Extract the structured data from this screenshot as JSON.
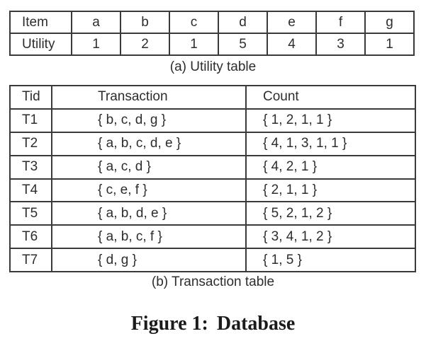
{
  "colors": {
    "background": "#ffffff",
    "border": "#3a3a3a",
    "text": "#2d2d2d"
  },
  "utility_table": {
    "item_row": {
      "label": "Item",
      "values": [
        "a",
        "b",
        "c",
        "d",
        "e",
        "f",
        "g"
      ]
    },
    "utility_row": {
      "label": "Utility",
      "values": [
        "1",
        "2",
        "1",
        "5",
        "4",
        "3",
        "1"
      ]
    },
    "caption": "(a) Utility table"
  },
  "transaction_table": {
    "headers": {
      "tid": "Tid",
      "transaction": "Transaction",
      "count": "Count"
    },
    "rows": [
      {
        "tid": "T1",
        "transaction": "{ b, c, d, g }",
        "count": "{ 1, 2, 1, 1 }"
      },
      {
        "tid": "T2",
        "transaction": "{ a, b, c, d, e }",
        "count": "{ 4, 1, 3, 1, 1 }"
      },
      {
        "tid": "T3",
        "transaction": "{ a, c, d }",
        "count": "{ 4, 2, 1 }"
      },
      {
        "tid": "T4",
        "transaction": "{ c, e, f }",
        "count": "{ 2, 1, 1 }"
      },
      {
        "tid": "T5",
        "transaction": "{ a, b, d, e }",
        "count": "{ 5, 2, 1, 2 }"
      },
      {
        "tid": "T6",
        "transaction": "{ a, b, c, f }",
        "count": "{ 3, 4, 1, 2 }"
      },
      {
        "tid": "T7",
        "transaction": "{ d, g }",
        "count": "{ 1, 5 }"
      }
    ],
    "caption": "(b) Transaction table"
  },
  "figure_caption": {
    "label": "Figure 1:",
    "title": "Database"
  }
}
